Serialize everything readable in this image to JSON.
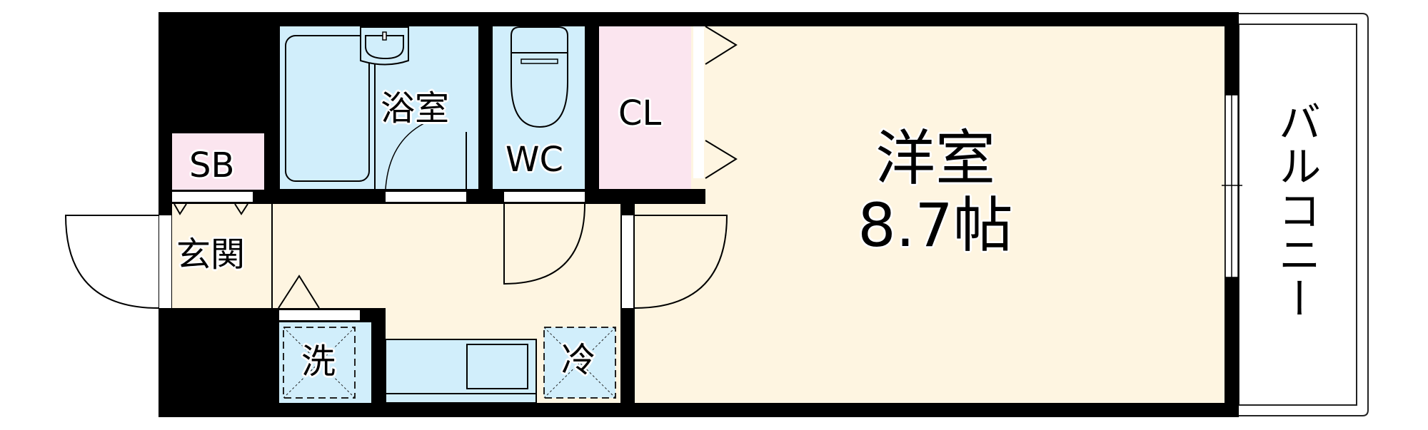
{
  "floorplan": {
    "colors": {
      "wall": "#000000",
      "cream": "#FEF5E1",
      "blue": "#D1EEFB",
      "pink": "#FBE5EF",
      "opening": "#FFFFFF"
    },
    "rooms": {
      "western_room": {
        "name": "洋室",
        "size": "8.7帖"
      },
      "bathroom": {
        "name": "浴室"
      },
      "toilet": {
        "name": "WC"
      },
      "closet": {
        "name": "CL"
      },
      "shoe_box": {
        "name": "SB"
      },
      "entrance": {
        "name": "玄関"
      },
      "washer": {
        "name": "洗"
      },
      "fridge": {
        "name": "冷"
      },
      "balcony": {
        "name": "バルコニー"
      }
    }
  }
}
